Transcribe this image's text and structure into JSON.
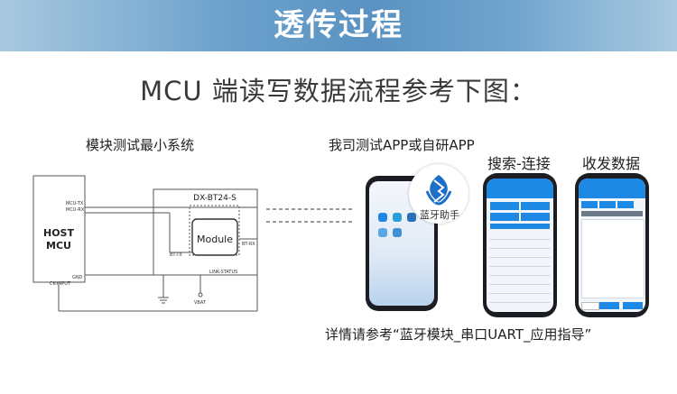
{
  "banner": {
    "title": "透传过程"
  },
  "subtitle": "MCU 端读写数据流程参考下图：",
  "left": {
    "caption": "模块测试最小系统",
    "host_label_1": "HOST",
    "host_label_2": "MCU",
    "module_name": "DX-BT24-S",
    "module_label": "Module",
    "pin_mcu_tx": "MCU-TX",
    "pin_mcu_rx": "MCU-RX",
    "pin_bt_tx": "BT-TX",
    "pin_bt_rx": "BT-RX",
    "pin_gnd": "GND",
    "pin_ckinput": "CK-INPUT",
    "pin_link_status": "LINK-STATUS",
    "pin_vbat": "VBAT"
  },
  "right": {
    "caption": "我司测试APP或自研APP",
    "phone2_caption": "搜索-连接",
    "phone3_caption": "收发数据",
    "helper_label": "蓝牙助手",
    "footer": "详情请参考“蓝牙模块_串口UART_应用指导”"
  },
  "colors": {
    "banner": "#5a92c2",
    "app_blue": "#1e88e5"
  }
}
